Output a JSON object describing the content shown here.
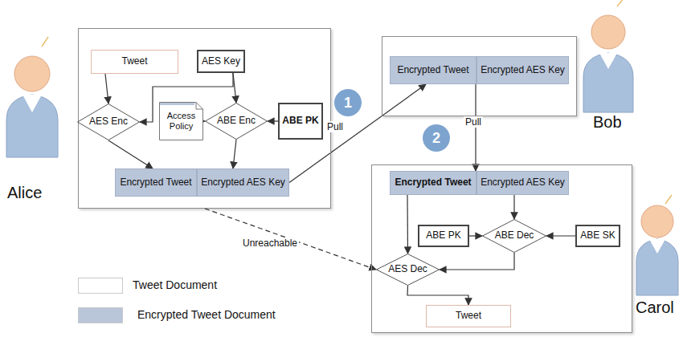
{
  "diagram": {
    "nodes": [
      {
        "text": [
          "Alice"
        ]
      },
      {
        "text": [
          "Tweet"
        ],
        "in": 0
      },
      {
        "text": [
          "AES Key"
        ],
        "in": 0
      },
      {
        "text": [
          "AES Enc"
        ],
        "in": 0
      },
      {
        "text": [
          "Access Policy"
        ],
        "in": 0
      },
      {
        "text": [
          "ABE Enc"
        ],
        "in": 0
      },
      {
        "text": [
          "ABE PK"
        ],
        "in": 0
      },
      {
        "text": [
          "Encrypted Tweet"
        ],
        "in": 0
      },
      {
        "text": [
          "Encrypted AES Key"
        ],
        "in": 0
      },
      {
        "text": [
          "Bob"
        ]
      },
      {
        "text": [
          "Encrypted Tweet"
        ],
        "in": 9
      },
      {
        "text": [
          "Encrypted AES Key"
        ],
        "in": 9
      },
      {
        "text": [
          "Carol"
        ]
      },
      {
        "text": [
          "Encrypted Tweet"
        ],
        "in": 12
      },
      {
        "text": [
          "Encrypted AES Key"
        ],
        "in": 12
      },
      {
        "text": [
          "ABE PK"
        ],
        "in": 12
      },
      {
        "text": [
          "ABE Dec"
        ],
        "in": 12
      },
      {
        "text": [
          "ABE SK"
        ],
        "in": 12
      },
      {
        "text": [
          "AES Dec"
        ],
        "in": 12
      },
      {
        "text": [
          "Tweet"
        ],
        "in": 12
      }
    ],
    "edges": [
      {
        "from": 1,
        "to": 3,
        "arrow": "to"
      },
      {
        "from": 2,
        "to": 3,
        "arrow": "to"
      },
      {
        "from": 2,
        "to": 5,
        "arrow": "to"
      },
      {
        "from": 4,
        "to": 5,
        "arrow": "to"
      },
      {
        "from": 6,
        "to": 5,
        "arrow": "to"
      },
      {
        "from": 3,
        "to": 7,
        "arrow": "to"
      },
      {
        "from": 5,
        "to": 8,
        "arrow": "to"
      },
      {
        "from": 8,
        "to": 10,
        "label": "Pull",
        "arrow": "to"
      },
      {
        "from": 10,
        "to": 13,
        "label": "Pull",
        "arrow": "to"
      },
      {
        "from": 0,
        "to": 18,
        "label": "Unreachable",
        "arrow": "to"
      },
      {
        "from": 13,
        "to": 18,
        "arrow": "to"
      },
      {
        "from": 14,
        "to": 16,
        "arrow": "to"
      },
      {
        "from": 15,
        "to": 16,
        "arrow": "to"
      },
      {
        "from": 17,
        "to": 16,
        "arrow": "to"
      },
      {
        "from": 16,
        "to": 18,
        "arrow": "to"
      },
      {
        "from": 18,
        "to": 19,
        "arrow": "to"
      }
    ],
    "labels": [
      "1",
      "2"
    ],
    "legend": [
      {
        "text": "Tweet Document",
        "color": "#ffffff"
      },
      {
        "text": "Encrypted Tweet Document",
        "color": "#b9c5d9"
      }
    ]
  }
}
